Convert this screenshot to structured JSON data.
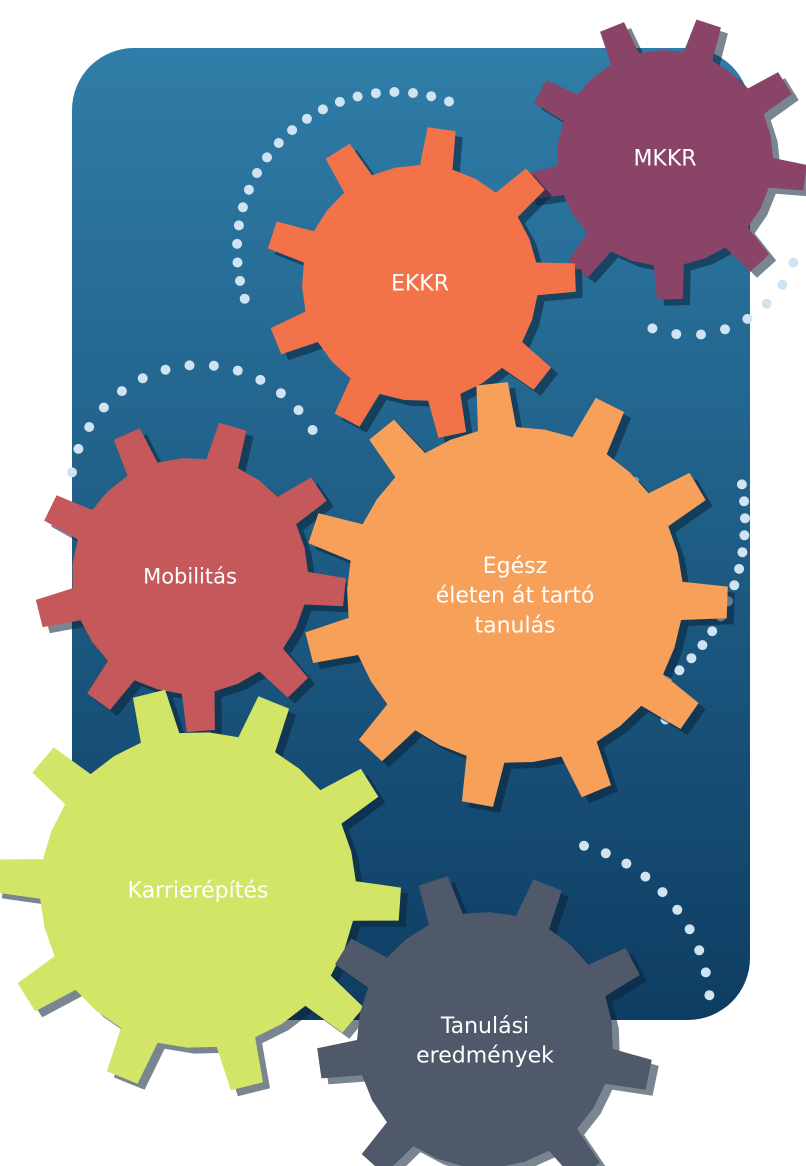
{
  "gears": [
    {
      "id": "mkkr",
      "lines": [
        "MKKR"
      ],
      "color": "#8a4468",
      "textColor": "#ffffff"
    },
    {
      "id": "ekkr",
      "lines": [
        "EKKR"
      ],
      "color": "#f2734a",
      "textColor": "#ffffff"
    },
    {
      "id": "mobilitas",
      "lines": [
        "Mobilitás"
      ],
      "color": "#c5585a",
      "textColor": "#ffffff"
    },
    {
      "id": "egesz",
      "lines": [
        "Egész",
        "életen át tartó",
        "tanulás"
      ],
      "color": "#f7a05a",
      "textColor": "#ffffff"
    },
    {
      "id": "karrier",
      "lines": [
        "Karrierépítés"
      ],
      "color": "#d2e567",
      "textColor": "#ffffff"
    },
    {
      "id": "tanulasi",
      "lines": [
        "Tanulási",
        "eredmények"
      ],
      "color": "#4f596a",
      "textColor": "#ffffff"
    }
  ],
  "colors": {
    "panel_top": "#2f7da8",
    "panel_bottom": "#0e3d63",
    "dots": "#cfe3f1",
    "shadow": "#0b2236"
  }
}
